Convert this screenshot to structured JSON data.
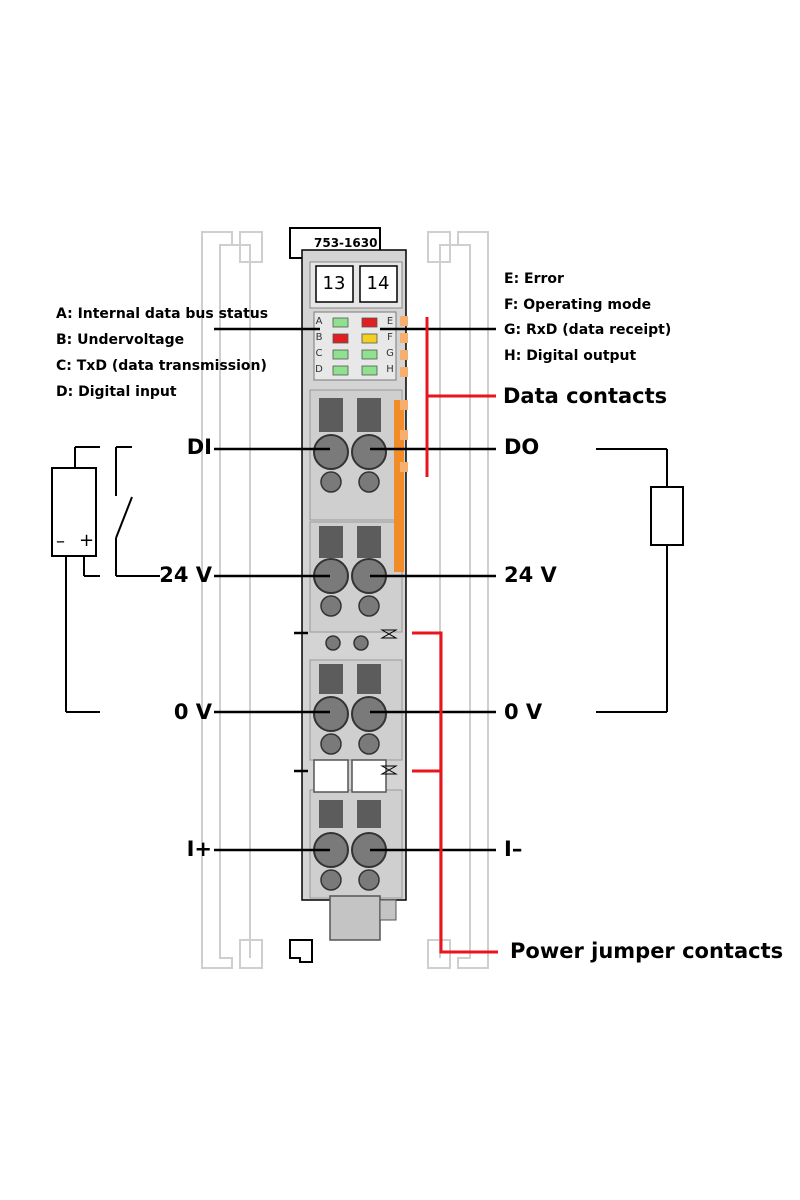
{
  "device": {
    "part_number": "753-1630",
    "terminal_numbers": [
      "13",
      "14"
    ]
  },
  "led_legend_left": [
    {
      "letter": "A",
      "text": "A: Internal data bus status",
      "color": "#8fe08f"
    },
    {
      "letter": "B",
      "text": "B: Undervoltage",
      "color": "#e02020"
    },
    {
      "letter": "C",
      "text": "C: TxD (data transmission)",
      "color": "#8fe08f"
    },
    {
      "letter": "D",
      "text": "D: Digital input",
      "color": "#8fe08f"
    }
  ],
  "led_legend_right": [
    {
      "letter": "E",
      "text": "E: Error",
      "color": "#e02020"
    },
    {
      "letter": "F",
      "text": "F: Operating mode",
      "color": "#f0d020"
    },
    {
      "letter": "G",
      "text": "G: RxD (data receipt)",
      "color": "#8fe08f"
    },
    {
      "letter": "H",
      "text": "H: Digital output",
      "color": "#8fe08f"
    }
  ],
  "connections_left": {
    "row1": "DI",
    "row2": "24 V",
    "row3": "0 V",
    "row4": "I+"
  },
  "connections_right": {
    "row1": "DO",
    "row2": "24 V",
    "row3": "0 V",
    "row4": "I–"
  },
  "callouts": {
    "data_contacts": "Data contacts",
    "power_jumper_contacts": "Power jumper contacts"
  },
  "circuit_symbols": {
    "minus": "–",
    "plus": "+"
  },
  "colors": {
    "housing": "#d4d4d4",
    "housing_dark": "#bdbdbd",
    "terminal": "#7a7a7a",
    "terminal_lever": "#5c5c5c",
    "data_contact_strip": "#f28c28",
    "callout_red": "#e8141e",
    "outline_faint": "#c8c8c8"
  }
}
